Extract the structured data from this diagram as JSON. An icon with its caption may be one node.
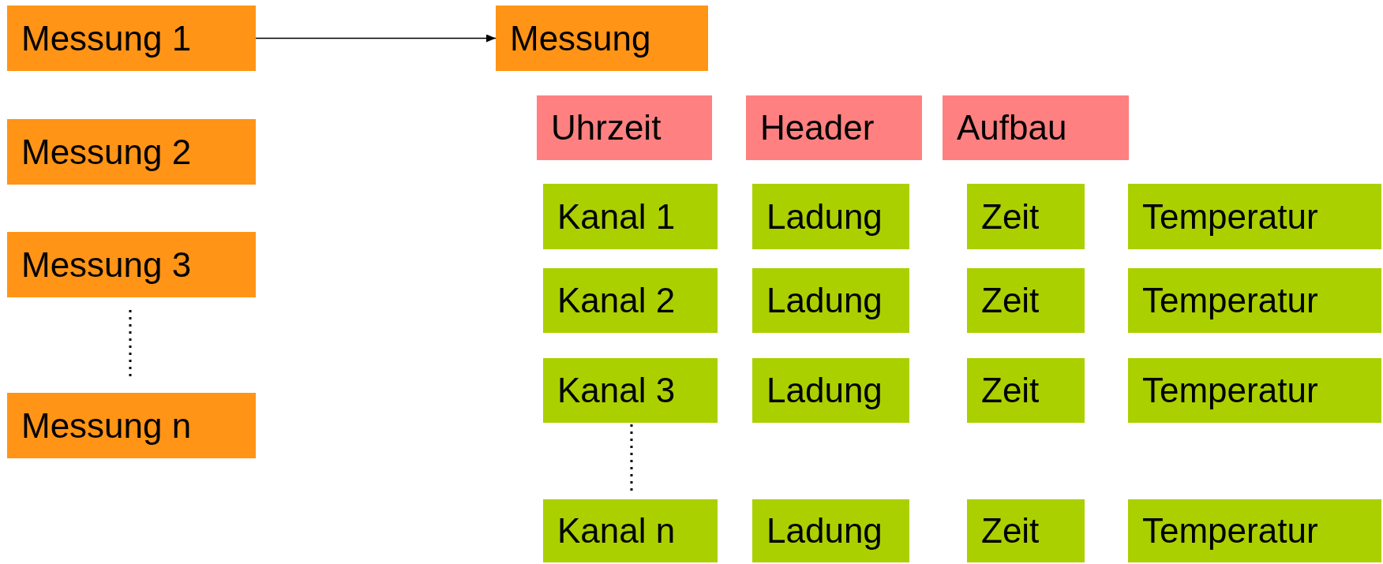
{
  "diagram": {
    "nodes": [
      {
        "text": [
          "Messung 1"
        ]
      },
      {
        "text": [
          "Messung 2"
        ]
      },
      {
        "text": [
          "Messung 3"
        ]
      },
      {
        "text": [
          "Messung n"
        ]
      },
      {
        "text": [
          "Messung"
        ]
      },
      {
        "text": [
          "Uhrzeit"
        ]
      },
      {
        "text": [
          "Header"
        ]
      },
      {
        "text": [
          "Aufbau"
        ]
      },
      {
        "text": [
          "Kanal 1"
        ]
      },
      {
        "text": [
          "Ladung"
        ]
      },
      {
        "text": [
          "Zeit"
        ]
      },
      {
        "text": [
          "Temperatur"
        ]
      },
      {
        "text": [
          "Kanal 2"
        ]
      },
      {
        "text": [
          "Ladung"
        ]
      },
      {
        "text": [
          "Zeit"
        ]
      },
      {
        "text": [
          "Temperatur"
        ]
      },
      {
        "text": [
          "Kanal 3"
        ]
      },
      {
        "text": [
          "Ladung"
        ]
      },
      {
        "text": [
          "Zeit"
        ]
      },
      {
        "text": [
          "Temperatur"
        ]
      },
      {
        "text": [
          "Kanal n"
        ]
      },
      {
        "text": [
          "Ladung"
        ]
      },
      {
        "text": [
          "Zeit"
        ]
      },
      {
        "text": [
          "Temperatur"
        ]
      }
    ],
    "edges": [
      {
        "from": 0,
        "to": 4,
        "arrow": "to"
      }
    ]
  }
}
